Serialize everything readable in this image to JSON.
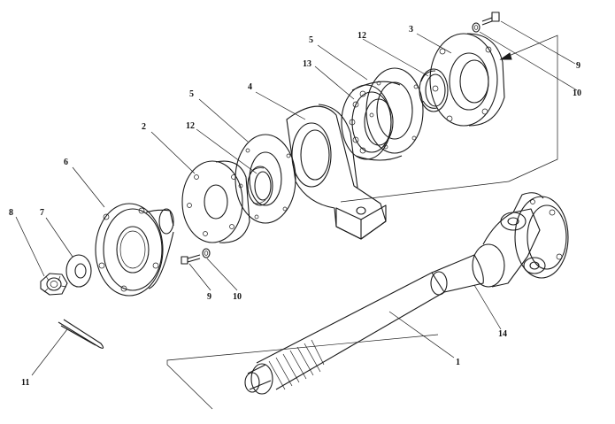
{
  "callouts": [
    {
      "id": "c1",
      "text": "1"
    },
    {
      "id": "c2",
      "text": "2"
    },
    {
      "id": "c3",
      "text": "3"
    },
    {
      "id": "c4",
      "text": "4"
    },
    {
      "id": "c5a",
      "text": "5"
    },
    {
      "id": "c5b",
      "text": "5"
    },
    {
      "id": "c6",
      "text": "6"
    },
    {
      "id": "c7",
      "text": "7"
    },
    {
      "id": "c8",
      "text": "8"
    },
    {
      "id": "c9a",
      "text": "9"
    },
    {
      "id": "c9b",
      "text": "9"
    },
    {
      "id": "c10a",
      "text": "10"
    },
    {
      "id": "c10b",
      "text": "10"
    },
    {
      "id": "c11",
      "text": "11"
    },
    {
      "id": "c12a",
      "text": "12"
    },
    {
      "id": "c12b",
      "text": "12"
    },
    {
      "id": "c13",
      "text": "13"
    },
    {
      "id": "c14",
      "text": "14"
    }
  ],
  "colors": {
    "ink": "#1a1a1a",
    "background": "#ffffff"
  }
}
